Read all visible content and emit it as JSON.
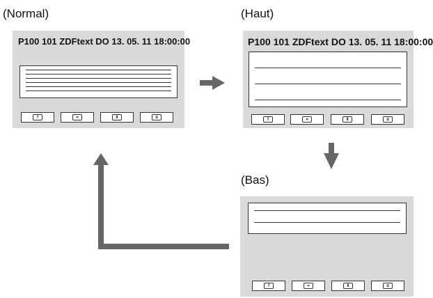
{
  "labels": {
    "normal": "(Normal)",
    "haut": "(Haut)",
    "bas": "(Bas)"
  },
  "screens": {
    "normal": {
      "header": "P100   101   ZDFtext   DO 13. 05. 11 18:00:00"
    },
    "haut": {
      "header": "P100  101  ZDFtext  DO 13. 05. 11 18:00:00"
    }
  },
  "buttons": {
    "icons": [
      "teletext-reveal-icon",
      "teletext-mix-icon",
      "teletext-cancel-icon",
      "teletext-index-icon"
    ],
    "glyphs": [
      "?",
      "=",
      "X",
      "≡"
    ]
  },
  "colors": {
    "screen_bg": "#dadada",
    "arrow": "#666666"
  }
}
